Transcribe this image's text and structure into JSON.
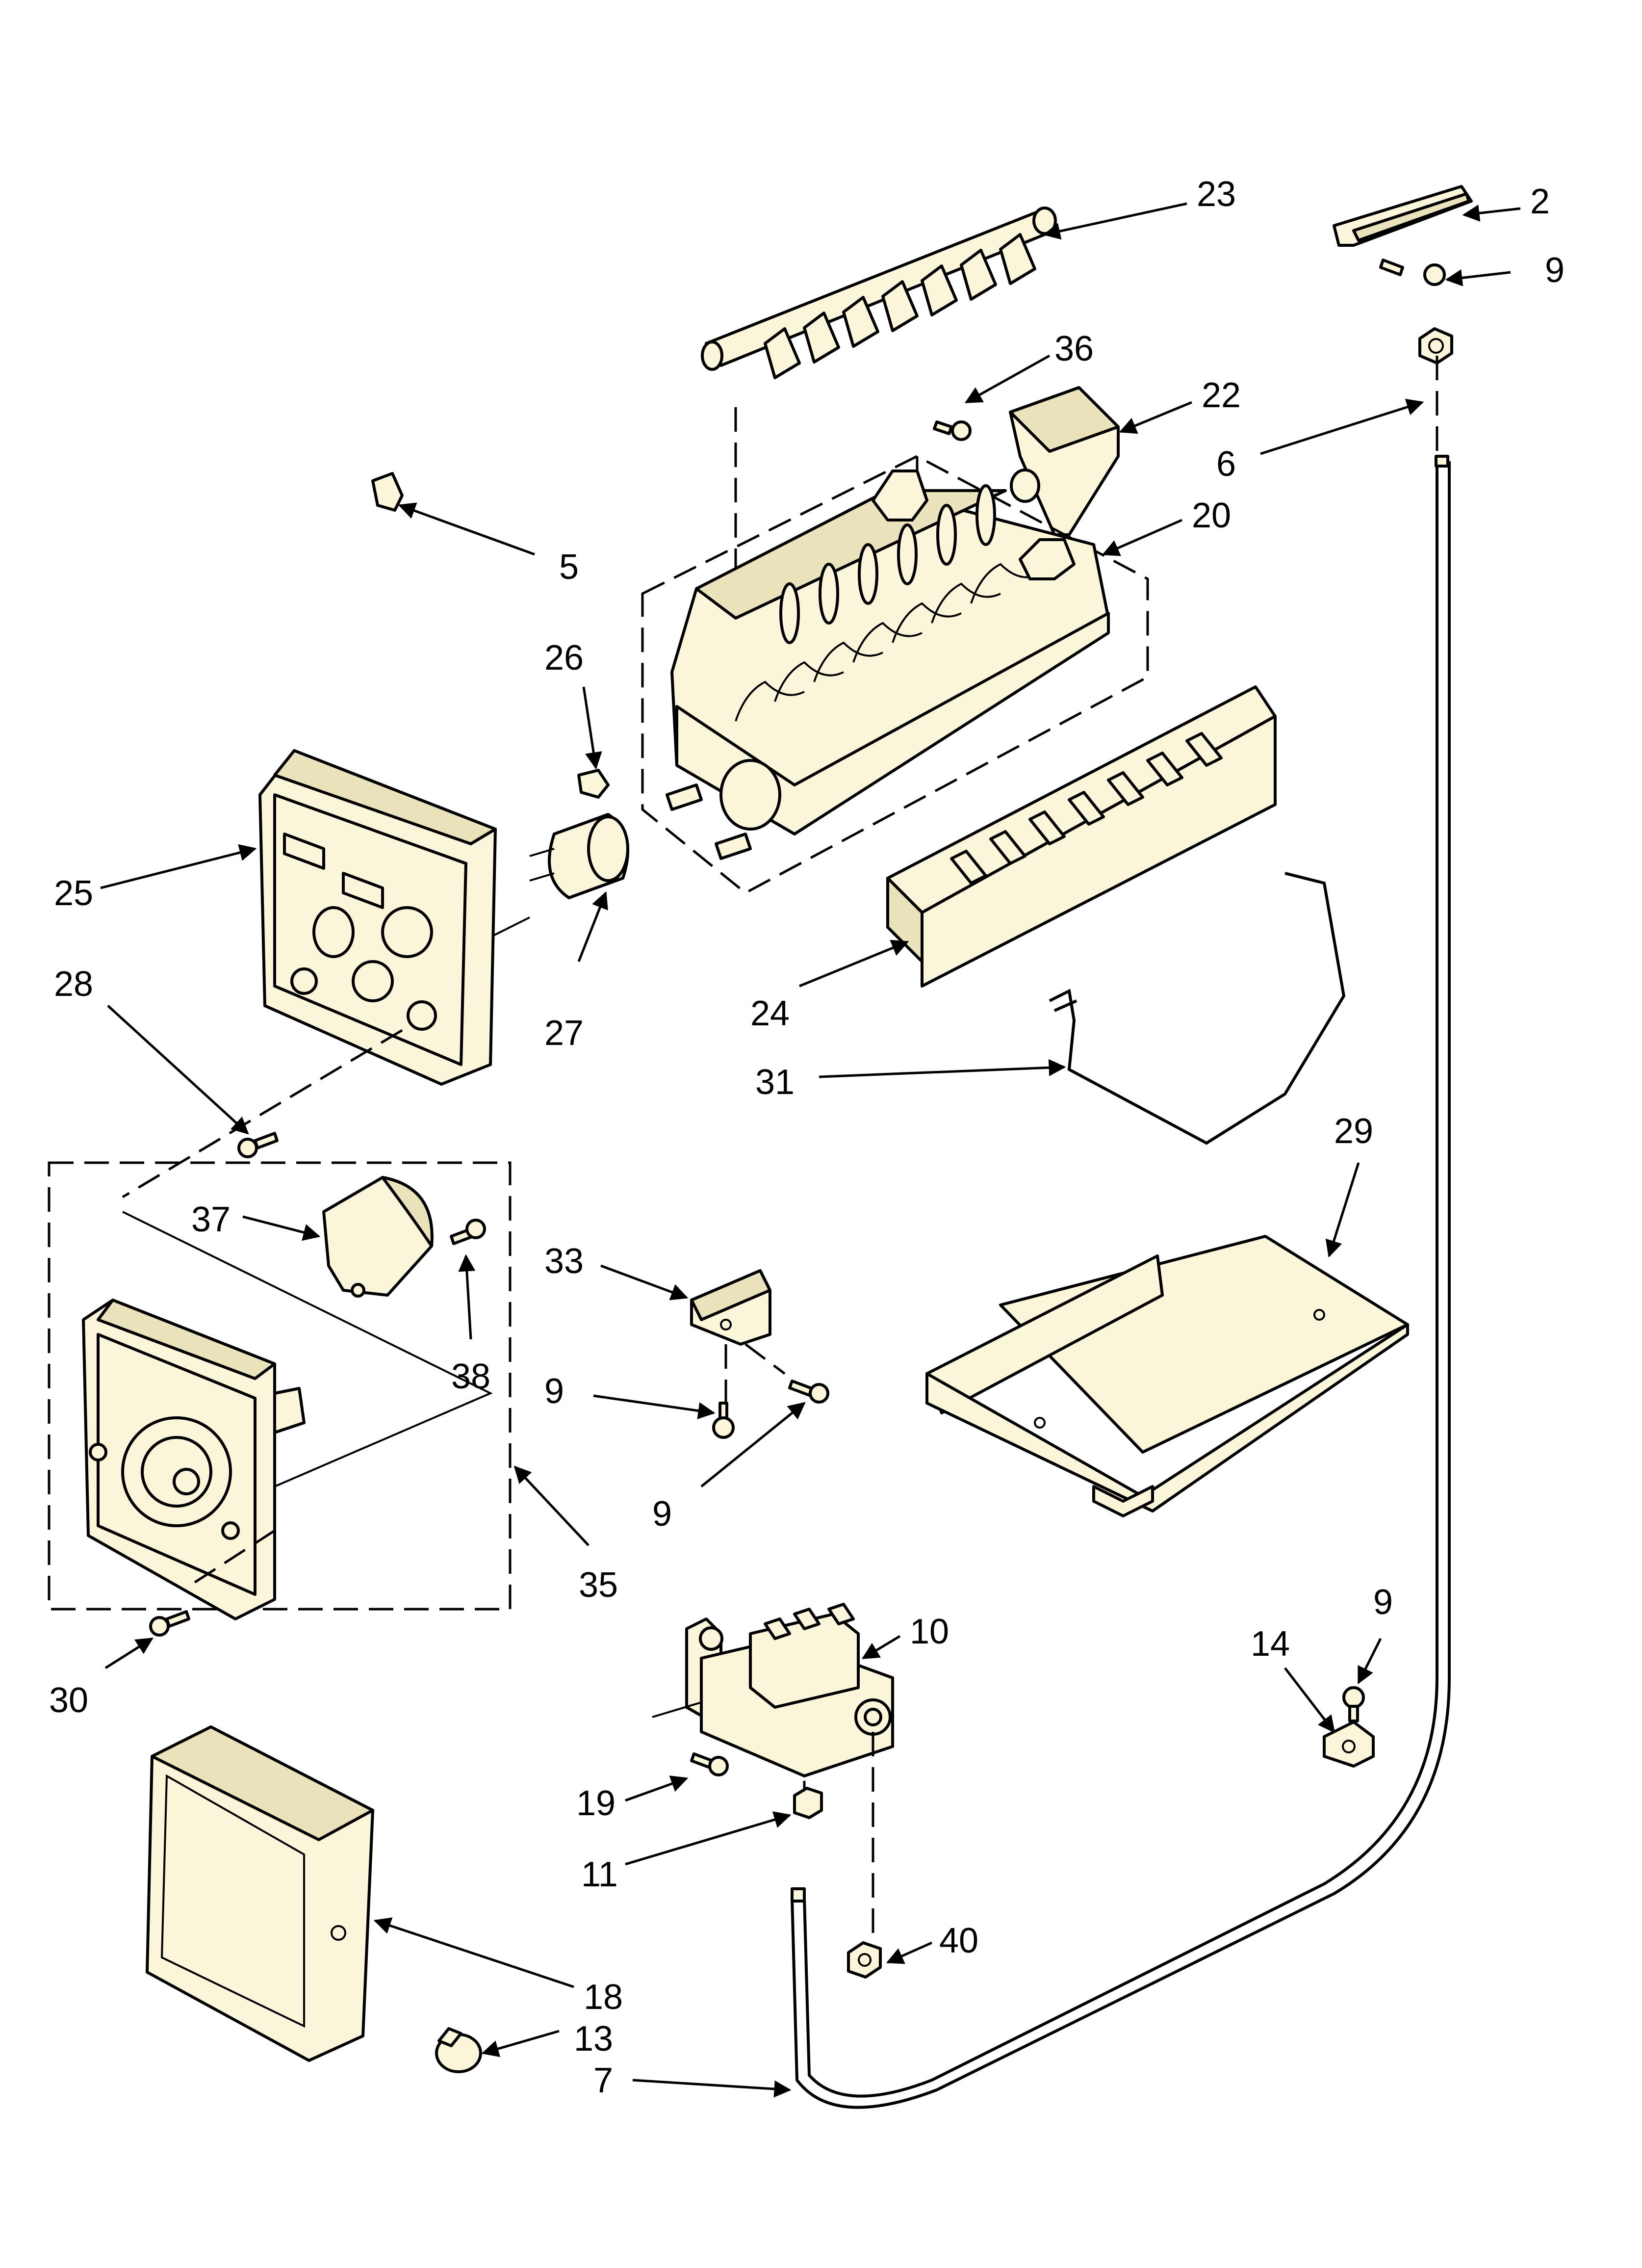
{
  "callouts": [
    {
      "id": "c23",
      "label": "23"
    },
    {
      "id": "c2",
      "label": "2"
    },
    {
      "id": "c9a",
      "label": "9"
    },
    {
      "id": "c36",
      "label": "36"
    },
    {
      "id": "c22",
      "label": "22"
    },
    {
      "id": "c6",
      "label": "6"
    },
    {
      "id": "c5",
      "label": "5"
    },
    {
      "id": "c20",
      "label": "20"
    },
    {
      "id": "c26",
      "label": "26"
    },
    {
      "id": "c25",
      "label": "25"
    },
    {
      "id": "c27",
      "label": "27"
    },
    {
      "id": "c28",
      "label": "28"
    },
    {
      "id": "c24",
      "label": "24"
    },
    {
      "id": "c31",
      "label": "31"
    },
    {
      "id": "c29",
      "label": "29"
    },
    {
      "id": "c37",
      "label": "37"
    },
    {
      "id": "c38",
      "label": "38"
    },
    {
      "id": "c33",
      "label": "33"
    },
    {
      "id": "c9b",
      "label": "9"
    },
    {
      "id": "c9c",
      "label": "9"
    },
    {
      "id": "c35",
      "label": "35"
    },
    {
      "id": "c30",
      "label": "30"
    },
    {
      "id": "c10",
      "label": "10"
    },
    {
      "id": "c9d",
      "label": "9"
    },
    {
      "id": "c14",
      "label": "14"
    },
    {
      "id": "c19",
      "label": "19"
    },
    {
      "id": "c11",
      "label": "11"
    },
    {
      "id": "c40",
      "label": "40"
    },
    {
      "id": "c18",
      "label": "18"
    },
    {
      "id": "c13",
      "label": "13"
    },
    {
      "id": "c7",
      "label": "7"
    }
  ]
}
